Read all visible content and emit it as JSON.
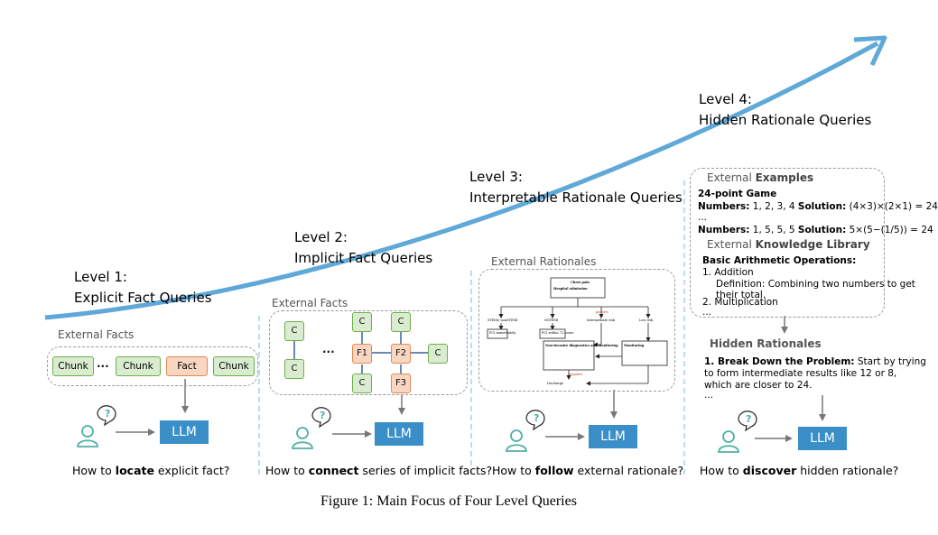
{
  "levels": [
    {
      "level": "Level 1:",
      "title": "Explicit Fact Queries"
    },
    {
      "level": "Level 2:",
      "title": "Implicit Fact Queries"
    },
    {
      "level": "Level 3:",
      "title": "Interpretable Rationale Queries"
    },
    {
      "level": "Level 4:",
      "title": "Hidden Rationale Queries"
    }
  ],
  "panel1": {
    "label": "External Facts",
    "chunks": [
      "Chunk",
      "Chunk",
      "Fact",
      "Chunk"
    ],
    "ellipsis": "...",
    "llm": "LLM",
    "question_pre": "How to ",
    "question_bold": "locate",
    "question_post": " explicit fact?"
  },
  "panel2": {
    "label": "External Facts",
    "nodes": {
      "c": "C",
      "f1": "F1",
      "f2": "F2",
      "f3": "F3"
    },
    "ellipsis": "...",
    "llm": "LLM",
    "question_pre": "How to ",
    "question_bold": "connect",
    "question_post": " series of implicit facts?"
  },
  "panel3": {
    "label": "External Rationales",
    "flow": {
      "chest_pain": "Chest pain",
      "hospital": "Hospital admission",
      "stemi": "STEMI/ nonSTEMI",
      "nstemi": "NSTEMI",
      "inter": "Intermediate risk",
      "low": "Low risk",
      "pci1": "PCI immediately",
      "pci2": "PCI within 72 hours",
      "noninv": "Non-invasive diagnostics and monitoring",
      "monitoring": "Monitoring",
      "positive": "positive",
      "negative": "negative",
      "discharge": "Discharge"
    },
    "llm": "LLM",
    "question_pre": "How to ",
    "question_bold": "follow",
    "question_post": " external rationale?"
  },
  "panel4": {
    "examples_label_pre": "External ",
    "examples_label_bold": "Examples",
    "game": "24-point Game",
    "ex1_numbers": "Numbers:",
    "ex1_nums": " 1, 2, 3, 4 ",
    "ex1_solution": "Solution:",
    "ex1_sol": " (4×3)×(2×1) = 24",
    "dots1": "...",
    "ex2_numbers": "Numbers:",
    "ex2_nums": " 1, 5, 5, 5 ",
    "ex2_solution": "Solution:",
    "ex2_sol": " 5×(5−(1/5)) = 24",
    "kl_label_pre": "External ",
    "kl_label_bold": "Knowledge Library",
    "ops_title": "Basic Arithmetic Operations:",
    "op1": "1. Addition",
    "op1_def1": "Definition: Combining two numbers to get",
    "op1_def2": "their total.",
    "op2": "2. Multiplication",
    "dots2": "...",
    "hidden_label": "Hidden Rationales",
    "step_bold": "1. Break Down the Problem:",
    "step_text1": " Start by trying",
    "step_text2": "to form intermediate results like 12 or 8,",
    "step_text3": "which are closer to 24.",
    "dots3": "...",
    "llm": "LLM",
    "question_pre": "How to ",
    "question_bold": "discover",
    "question_post": " hidden rationale?"
  },
  "caption": "Figure 1: Main Focus of Four Level Queries",
  "colors": {
    "curve": "#5fa8d8",
    "llm": "#3a8fc8",
    "chunk_green": "#d9ecd0",
    "fact_orange": "#f9d6c2",
    "user_icon": "#4fb0a6"
  }
}
